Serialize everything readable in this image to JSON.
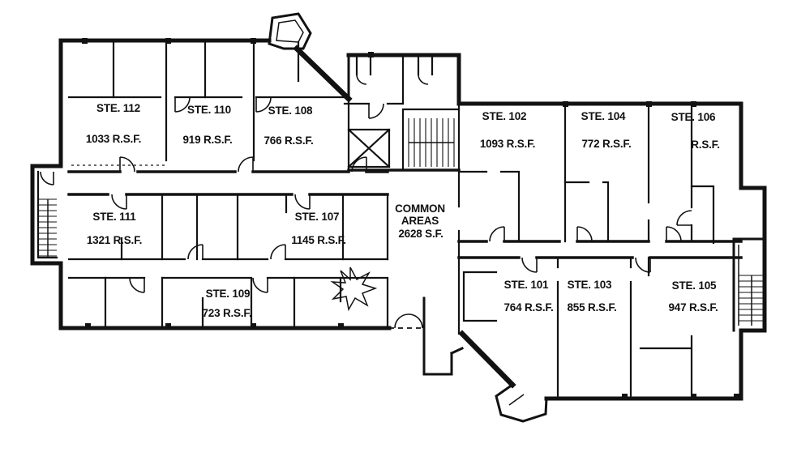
{
  "floor_plan": {
    "common_area": {
      "line1": "COMMON",
      "line2": "AREAS",
      "line3": "2628 S.F."
    },
    "suites": {
      "s112": {
        "name": "STE. 112",
        "rsf": "1033 R.S.F."
      },
      "s110": {
        "name": "STE. 110",
        "rsf": "919 R.S.F."
      },
      "s108": {
        "name": "STE. 108",
        "rsf": "766 R.S.F."
      },
      "s102": {
        "name": "STE. 102",
        "rsf": "1093 R.S.F."
      },
      "s104": {
        "name": "STE. 104",
        "rsf": "772 R.S.F."
      },
      "s106": {
        "name": "STE. 106",
        "rsf": "R.S.F."
      },
      "s111": {
        "name": "STE. 111",
        "rsf": "1321 R.S.F."
      },
      "s107": {
        "name": "STE. 107",
        "rsf": "1145 R.S.F."
      },
      "s109": {
        "name": "STE. 109",
        "rsf": "723 R.S.F."
      },
      "s101": {
        "name": "STE. 101",
        "rsf": "764 R.S.F."
      },
      "s103": {
        "name": "STE. 103",
        "rsf": "855 R.S.F."
      },
      "s105": {
        "name": "STE. 105",
        "rsf": "947 R.S.F."
      }
    },
    "colors": {
      "ink": "#121212",
      "paper": "#ffffff"
    },
    "icons": {
      "elevator": "elevator-x-icon",
      "stairs": "stairs-icon",
      "door": "door-arc-icon",
      "plant": "plant-icon"
    }
  }
}
